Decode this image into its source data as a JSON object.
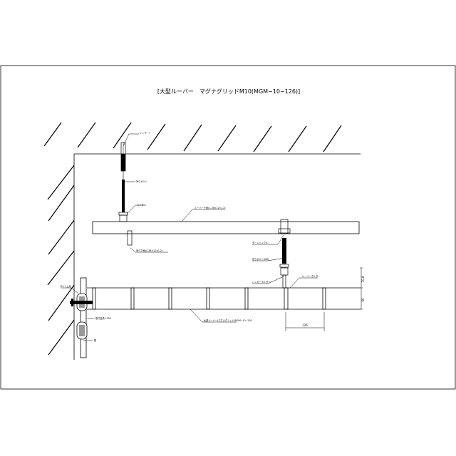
{
  "drawing": {
    "title": "[大型ルーバー　マグナグリッドM10(MGM−10−126)]"
  },
  "labels": {
    "insert": "インサート",
    "hanger_bolt": "吊りボルト",
    "hanger": "ハンガー",
    "carrier_channel": "ルーバー下地(C-38×12×1.2)",
    "support_angle": "吊り下地(C-38×12×1.2)",
    "turnbuckle": "ターンバックル",
    "hanging_bolt_m8": "吊りボルト(M8)",
    "hanger_holder": "ハンガーホルダー",
    "louver_holder": "ルーバーホルダー",
    "wall_bolt": "ボルト止め",
    "wall_anchor": "取付金具L-200",
    "wall": "壁",
    "louver_body": "大型ルーバー(マグナグリッド)MGM−10−126"
  },
  "dimensions": {
    "pitch": "126",
    "height": "60",
    "offset": "70.8"
  },
  "colors": {
    "line": "#000000",
    "hatch": "#000000",
    "background": "#ffffff"
  }
}
